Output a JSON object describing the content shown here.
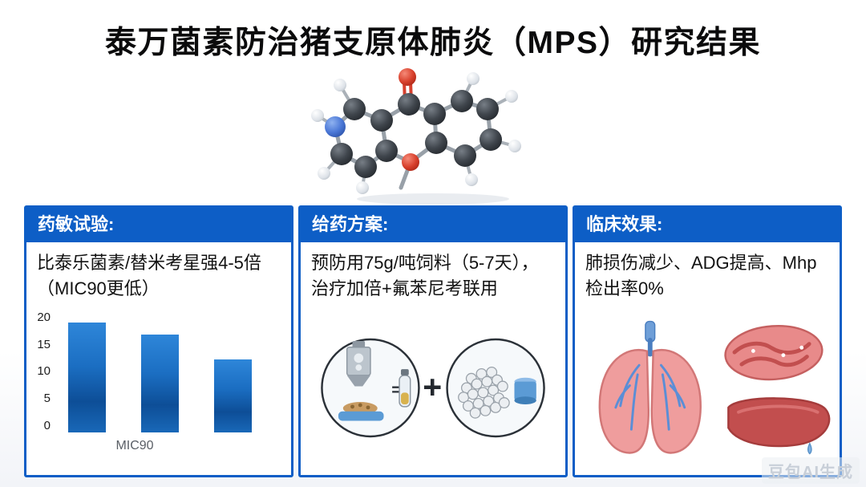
{
  "title": "泰万菌素防治猪支原体肺炎（MPS）研究结果",
  "watermark": "豆包AI生成",
  "colors": {
    "header_blue": "#0d5ec6",
    "bar_blue": "#1b6ec2",
    "text_black": "#121212",
    "lung_pink": "#ef9d9d",
    "organ_red": "#c24e4e",
    "bronchi_blue": "#4a7ec0"
  },
  "panels": {
    "susceptibility": {
      "header": "药敏试验:",
      "body": "比泰乐菌素/替米考星强4-5倍（MIC90更低）"
    },
    "dosing": {
      "header": "给药方案:",
      "body": "预防用75g/吨饲料（5-7天），治疗加倍+氟苯尼考联用"
    },
    "clinical": {
      "header": "临床效果:",
      "body": "肺损伤减少、ADG提高、Mhp检出率0%"
    }
  },
  "chart_data": {
    "type": "bar",
    "categories": [
      "",
      "",
      ""
    ],
    "values": [
      18,
      16,
      12
    ],
    "title": "",
    "xlabel": "MIC90",
    "ylabel": "",
    "ylim": [
      0,
      20
    ],
    "yticks": [
      20,
      15,
      10,
      5,
      0
    ],
    "grid": false,
    "legend": "none"
  },
  "icons": {
    "molecule": "tylvalosin-3d-molecule",
    "plus": "+",
    "equals": "=",
    "lungs": "pig-lungs",
    "lung_lesion": "lung-cross-section",
    "liver": "liver-organ",
    "feed_mixer": "feed-dispenser",
    "pellets": "medicated-pellets"
  }
}
